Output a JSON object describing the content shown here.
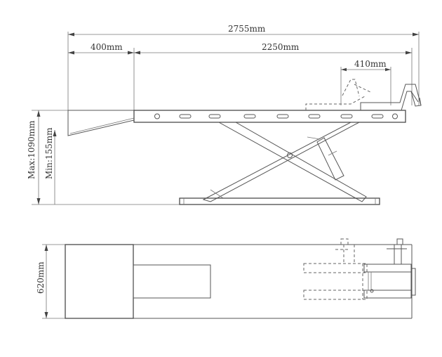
{
  "dimensions": {
    "overall_length": "2755mm",
    "ramp_length": "400mm",
    "platform_length": "2250mm",
    "clamp_distance": "410mm",
    "max_height": "Max:1090mm",
    "min_height": "Min:155mm",
    "width": "620mm"
  }
}
